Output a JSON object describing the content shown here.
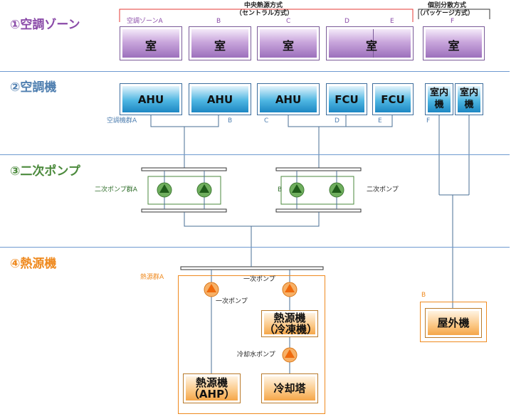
{
  "sections": {
    "s1": "①空調ゾーン",
    "s2": "②空調機",
    "s3": "③二次ポンプ",
    "s4": "④熱源機"
  },
  "central": {
    "line1": "中央熱源方式",
    "line2": "（セントラル方式）"
  },
  "individual": {
    "line1": "個別分散方式",
    "line2": "（パッケージ方式）"
  },
  "zone_letters": {
    "a": "空調ゾーンA",
    "b": "B",
    "c": "C",
    "d": "D",
    "e": "E",
    "f": "F"
  },
  "room_label": "室",
  "units": {
    "ahu1": "AHU",
    "ahu2": "AHU",
    "ahu3": "AHU",
    "fcu1": "FCU",
    "fcu2": "FCU",
    "indoor1": "室内機",
    "indoor2": "室内機"
  },
  "ac_group": {
    "a": "空調機群A",
    "b": "B",
    "c": "C",
    "d": "D",
    "e": "E",
    "f": "F"
  },
  "pump_groups": {
    "a": "二次ポンプ群A",
    "b": "B",
    "right": "二次ポンプ"
  },
  "heat_source": {
    "group": "熱源群A",
    "primary_pump_top": "一次ポンプ",
    "primary_pump_left": "一次ポンプ",
    "chiller": {
      "line1": "熱源機",
      "line2": "（冷凍機）"
    },
    "cooling_water_pump": "冷却水ポンプ",
    "ahp": {
      "line1": "熱源機",
      "line2": "（AHP）"
    },
    "cooling_tower": "冷却塔",
    "b": "B",
    "outdoor": "屋外機"
  },
  "colors": {
    "zone": "#8a4aa8",
    "ac": "#4f7fb0",
    "pump": "#4b8a3c",
    "heat": "#ef8a1f",
    "pipe": "#4a6f96",
    "central_bracket": "#e53935"
  }
}
